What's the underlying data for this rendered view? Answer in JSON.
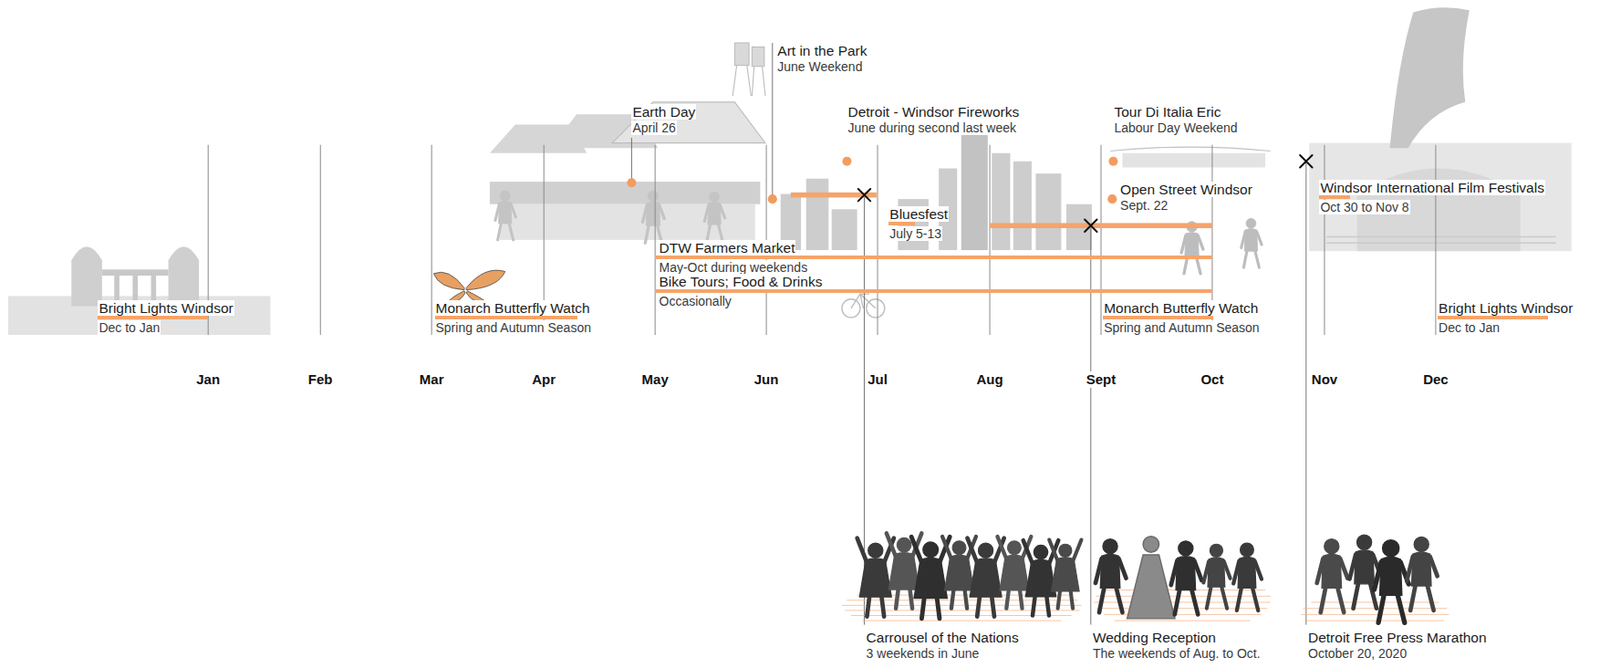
{
  "diagram": {
    "nodes": [
      {
        "text": [
          "Art in the Park",
          "June Weekend"
        ]
      },
      {
        "text": [
          "Earth Day",
          "April 26"
        ]
      },
      {
        "text": [
          "Detroit - Windsor Fireworks",
          "June during second last week"
        ]
      },
      {
        "text": [
          "Tour Di Italia Eric",
          "Labour Day Weekend"
        ]
      },
      {
        "text": [
          "Open Street Windsor",
          "Sept. 22"
        ]
      },
      {
        "text": [
          "Windsor International Film Festivals",
          "Oct 30 to Nov 8"
        ]
      },
      {
        "text": [
          "Bluesfest",
          "July 5-13"
        ]
      },
      {
        "text": [
          "DTW Farmers Market",
          "May-Oct during weekends"
        ]
      },
      {
        "text": [
          "Bike Tours; Food & Drinks",
          "Occasionally"
        ]
      },
      {
        "text": [
          "Bright Lights Windsor",
          "Dec to Jan"
        ]
      },
      {
        "text": [
          "Monarch Butterfly Watch",
          "Spring and Autumn Season"
        ]
      },
      {
        "text": [
          "Monarch Butterfly Watch",
          "Spring and Autumn Season"
        ]
      },
      {
        "text": [
          "Bright Lights Windsor",
          "Dec to Jan"
        ]
      },
      {
        "text": [
          "Carrousel of the Nations",
          "3 weekends in June"
        ]
      },
      {
        "text": [
          "Wedding Reception",
          "The weekends of Aug. to Oct."
        ]
      },
      {
        "text": [
          "Detroit Free Press Marathon",
          "October 20, 2020"
        ]
      }
    ],
    "labels": [
      "Jan",
      "Feb",
      "Mar",
      "Apr",
      "May",
      "Jun",
      "Jul",
      "Aug",
      "Sept",
      "Oct",
      "Nov",
      "Dec"
    ]
  }
}
